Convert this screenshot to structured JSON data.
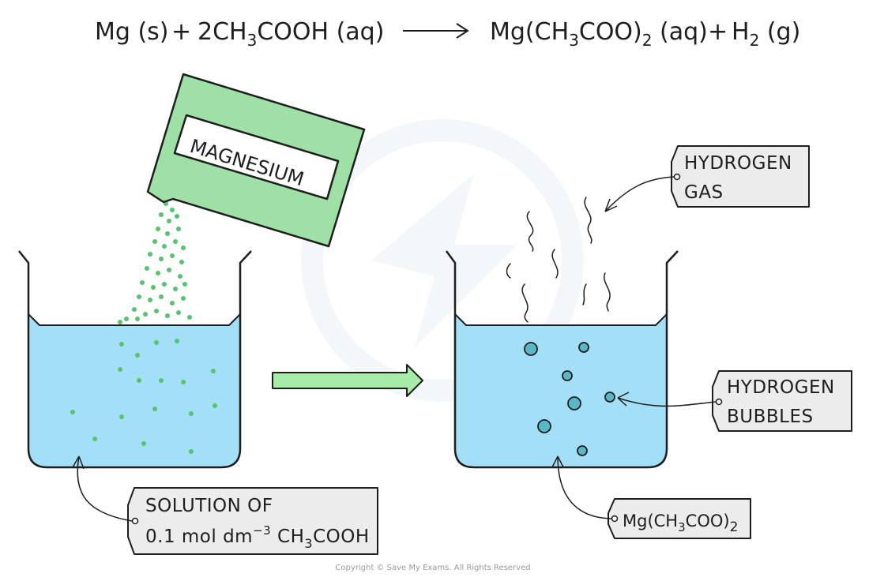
{
  "equation": {
    "reactant_1": "Mg (s)",
    "plus_1": "+",
    "reactant_2_prefix": "2CH",
    "reactant_2_sub": "3",
    "reactant_2_suffix": "COOH (aq)",
    "product_1_prefix": "Mg(CH",
    "product_1_sub1": "3",
    "product_1_mid": "COO)",
    "product_1_sub2": "2",
    "product_1_suffix": " (aq)",
    "plus_2": "+",
    "product_2_prefix": "H",
    "product_2_sub": "2",
    "product_2_suffix": " (g)"
  },
  "packet_label": "MAGNESIUM",
  "labels": {
    "hydrogen_gas_line1": "HYDROGEN",
    "hydrogen_gas_line2": "GAS",
    "hydrogen_bubbles_line1": "HYDROGEN",
    "hydrogen_bubbles_line2": "BUBBLES",
    "solution_line1": "SOLUTION  OF",
    "solution_line2_a": "0.1  mol dm",
    "solution_line2_sup": "−3",
    "solution_line2_b": "  CH",
    "solution_line2_sub": "3",
    "solution_line2_c": "COOH",
    "product_a": "Mg(CH",
    "product_sub1": "3",
    "product_b": "COO)",
    "product_sub2": "2"
  },
  "copyright": "Copyright © Save My Exams. All Rights Reserved",
  "colors": {
    "liquid": "#a3e0f8",
    "packet": "#9fe0a6",
    "granule": "#57c26f",
    "bubble": "#5ab7c8",
    "label_box": "#ececec",
    "arrow": "#a6eca6"
  }
}
